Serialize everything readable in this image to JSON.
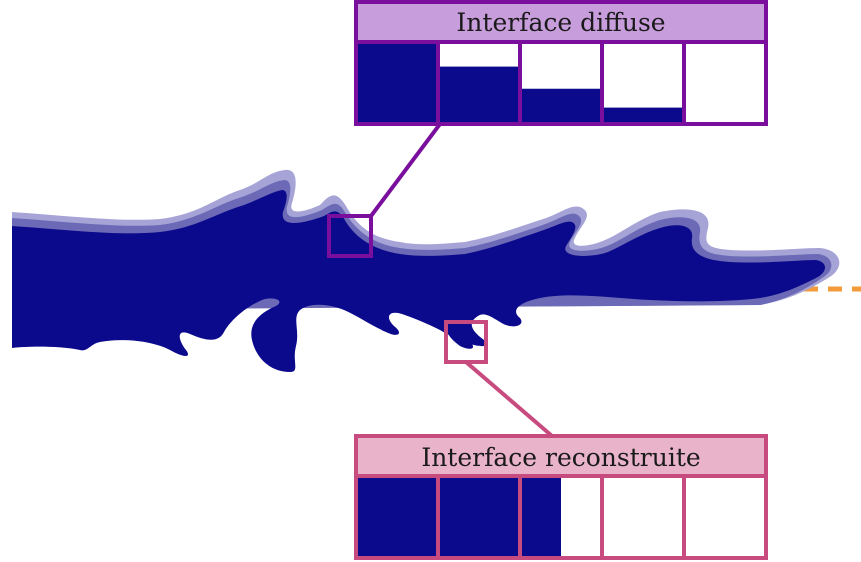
{
  "diffuse_panel": {
    "title": "Interface diffuse",
    "fill_fractions": [
      1.0,
      0.7,
      0.43,
      0.2,
      0.0
    ],
    "frame_color": "#7a0f9e",
    "header_color": "#c89ddc"
  },
  "reconstructed_panel": {
    "title": "Interface reconstruite",
    "fill_fractions": [
      1.0,
      1.0,
      1.0,
      0.0,
      0.0
    ],
    "partial_cell_fill_width_fraction": 0.5,
    "frame_color": "#c74b7e",
    "header_color": "#e9b3c9"
  },
  "colors": {
    "liquid": "#0c0a8c",
    "halo_outer": "#a6a4d6",
    "halo_inner": "#6c6ab6",
    "axis_dash": "#f39a3b"
  }
}
